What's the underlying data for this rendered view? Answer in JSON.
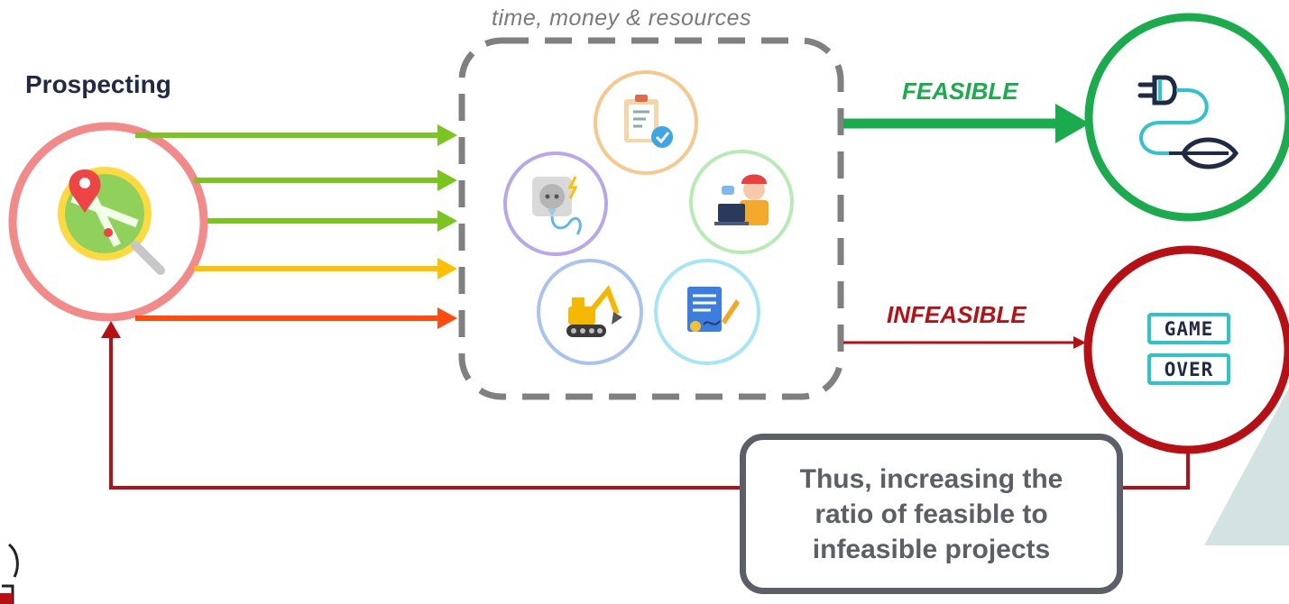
{
  "labels": {
    "resources_caption": "time, money & resources",
    "prospecting": "Prospecting",
    "feasible": "FEASIBLE",
    "infeasible": "INFEASIBLE",
    "callout": "Thus, increasing the ratio of feasible to infeasible projects"
  },
  "outcome_icons": {
    "game_over_line1": "GAME",
    "game_over_line2": "OVER"
  },
  "icons": {
    "prospecting": "map-search-icon",
    "resources": [
      "checklist-clipboard-icon",
      "power-outlet-icon",
      "engineer-laptop-icon",
      "excavator-icon",
      "signed-document-icon"
    ],
    "feasible": "plug-leaf-icon",
    "infeasible": "game-over-icon"
  },
  "colors": {
    "arrow_green": "#7ac61f",
    "arrow_yellow": "#ffc000",
    "arrow_orange": "#ff4b0d",
    "feasible_green": "#1aab4c",
    "infeasible_red": "#b80f14",
    "dashed_box": "#808080",
    "prospect_ring": "#f4898a"
  }
}
